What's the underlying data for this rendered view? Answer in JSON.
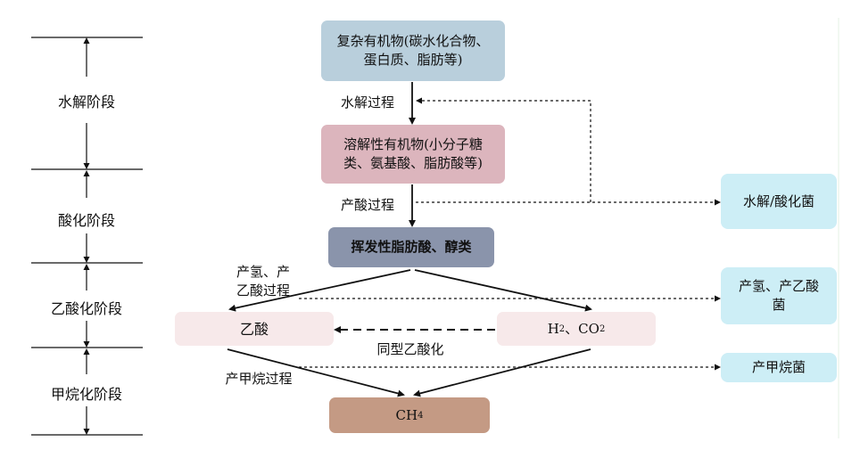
{
  "stages": [
    {
      "label": "水解阶段"
    },
    {
      "label": "酸化阶段"
    },
    {
      "label": "乙酸化阶段"
    },
    {
      "label": "甲烷化阶段"
    }
  ],
  "nodes": {
    "complex_organics": {
      "line1": "复杂有机物(碳水化合物、",
      "line2": "蛋白质、脂肪等)",
      "color": "#b9cfdc"
    },
    "soluble_organics": {
      "line1": "溶解性有机物(小分子糖",
      "line2": "类、氨基酸、脂肪酸等)",
      "color": "#dcb5bd"
    },
    "vfa": {
      "label": "挥发性脂肪酸、醇类",
      "color": "#8a94ab"
    },
    "acetic_acid": {
      "label": "乙酸",
      "color": "#f7e9ea"
    },
    "h2_co2": {
      "label": "H",
      "sub1": "2",
      "mid": "、CO",
      "sub2": "2",
      "color": "#f7e9ea"
    },
    "ch4": {
      "label": "CH",
      "sub": "4",
      "color": "#c49a84"
    }
  },
  "processes": {
    "hydrolysis": "水解过程",
    "acidogenesis": "产酸过程",
    "acetogenesis_line1": "产氢、产",
    "acetogenesis_line2": "乙酸过程",
    "homoacetogenesis": "同型乙酸化",
    "methanogenesis": "产甲烷过程"
  },
  "microbes": {
    "hydrolytic": {
      "label": "水解/酸化菌"
    },
    "acetogenic": {
      "line1": "产氢、产乙酸",
      "line2": "菌"
    },
    "methanogenic": {
      "label": "产甲烷菌"
    }
  },
  "colors": {
    "microbe_box": "#cdeef6",
    "line": "#111111"
  }
}
